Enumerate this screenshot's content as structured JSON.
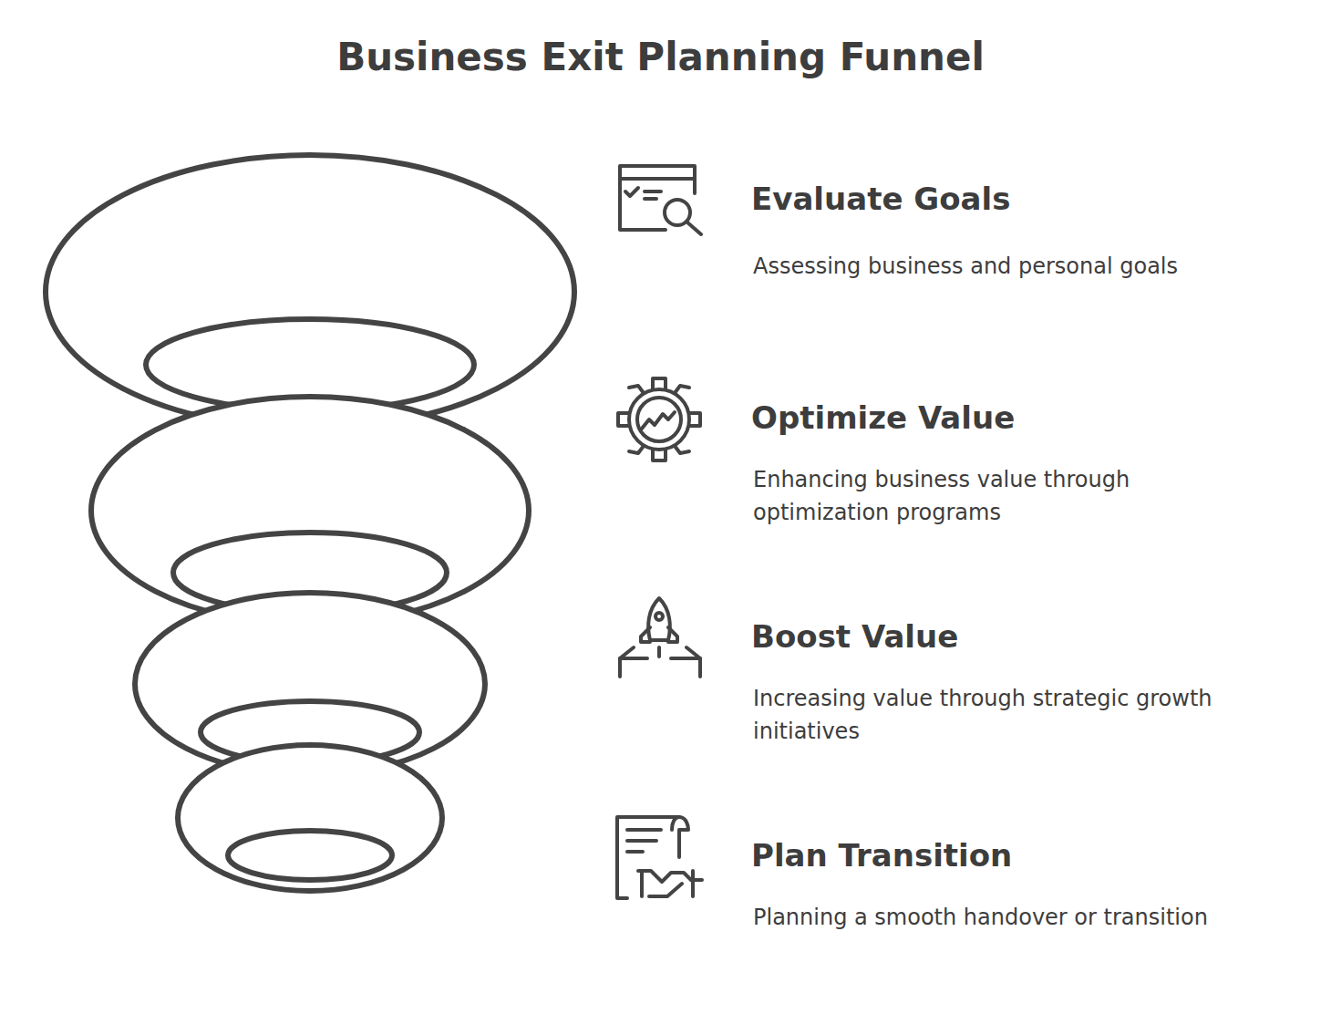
{
  "diagram": {
    "title": "Business Exit Planning Funnel",
    "labels": [
      "Evaluate Goals",
      "Assessing business and personal goals",
      "Optimize Value",
      "Enhancing business value through optimization programs",
      "Boost Value",
      "Increasing value through strategic growth initiatives",
      "Plan Transition",
      "Planning a smooth handover or transition"
    ]
  }
}
